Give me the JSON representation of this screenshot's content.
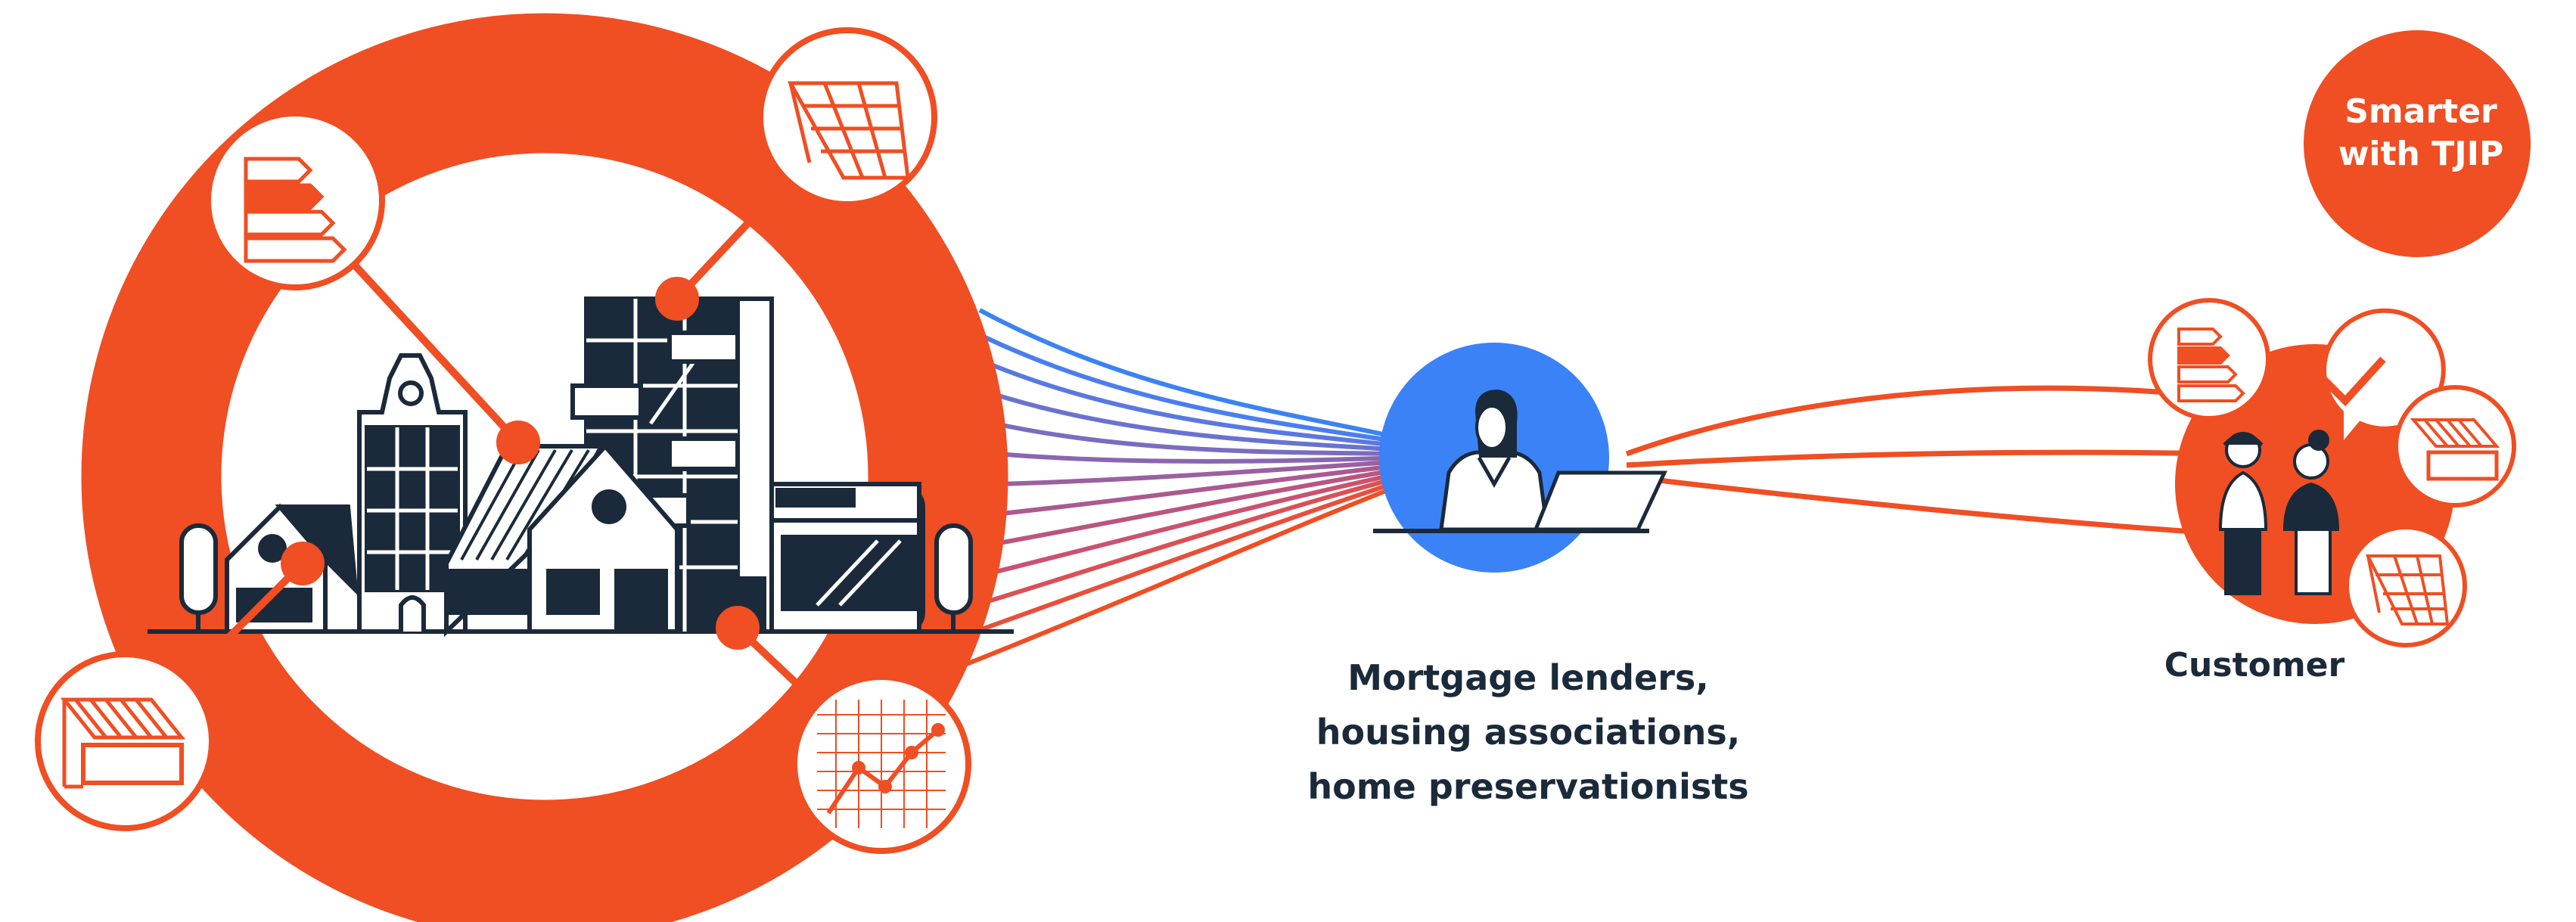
{
  "colors": {
    "accent": "#f04e23",
    "navy": "#1b2a3a",
    "blue": "#3b82f6",
    "white": "#ffffff"
  },
  "labels": {
    "lenders": [
      "Mortgage lenders,",
      "housing associations,",
      "home preservationists"
    ],
    "customer": "Customer",
    "badge": [
      "Smarter",
      "with TJIP"
    ]
  },
  "icons": {
    "energy": "energy-label-icon",
    "solar": "solar-panel-icon",
    "chart": "growth-chart-icon",
    "house": "house-roof-icon",
    "advisor": "advisor-laptop-icon",
    "check": "checkmark-speech-icon",
    "customers": "two-people-icon"
  }
}
